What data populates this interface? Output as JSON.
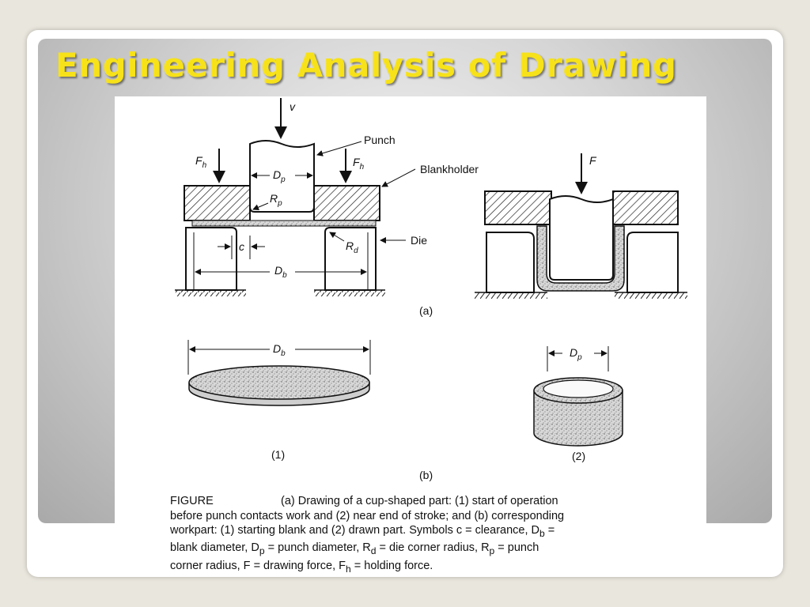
{
  "slide": {
    "title": "Engineering Analysis of Drawing"
  },
  "figure": {
    "labels": {
      "v": "v",
      "punch": "Punch",
      "blankholder": "Blankholder",
      "die": "Die",
      "fh": "F",
      "fh_sub": "h",
      "dp": "D",
      "dp_sub": "p",
      "rp": "R",
      "rp_sub": "p",
      "rd": "R",
      "rd_sub": "d",
      "c": "c",
      "db": "D",
      "db_sub": "b",
      "f": "F",
      "part_a": "(a)",
      "part_b": "(b)",
      "sub_1": "(1)",
      "sub_2": "(2)"
    },
    "caption": {
      "lead": "FIGURE",
      "line1": "(a) Drawing of a cup-shaped part: (1) start of operation",
      "line2": "before punch contacts work and (2) near end of stroke; and (b) corresponding",
      "line3": "workpart: (1) starting blank and (2) drawn part. Symbols c = clearance, D",
      "line3_sub": "b",
      "line3_end": " =",
      "line4a": "blank diameter, D",
      "line4_sub1": "p",
      "line4b": " = punch diameter, R",
      "line4_sub2": "d",
      "line4c": " = die corner radius, R",
      "line4_sub3": "p",
      "line4d": " = punch",
      "line5a": "corner radius, F = drawing force, F",
      "line5_sub": "h",
      "line5b": " = holding force."
    }
  }
}
